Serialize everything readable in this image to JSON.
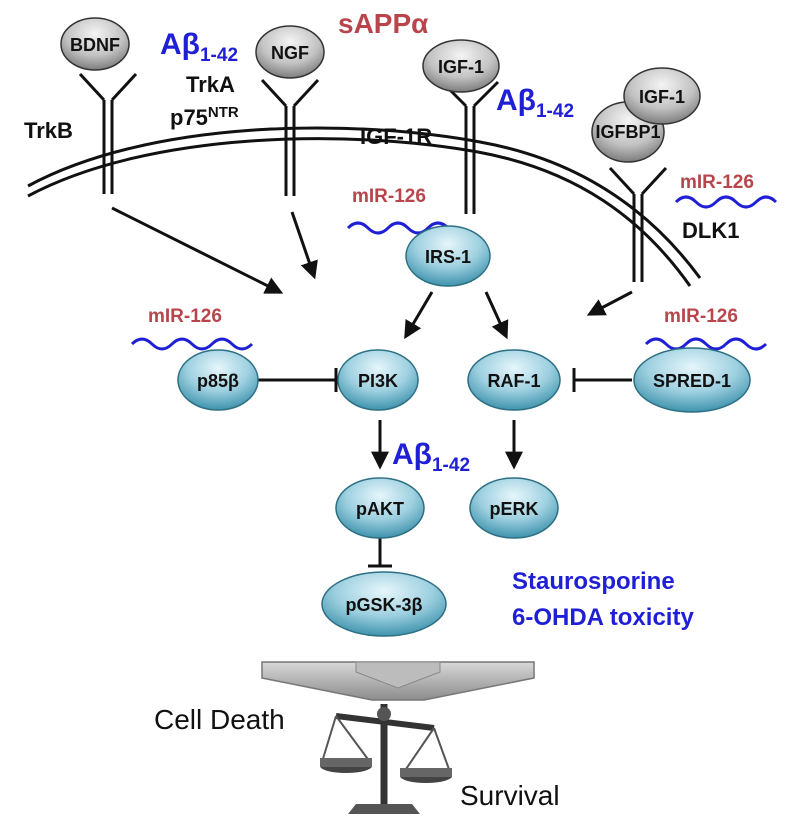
{
  "ligands": {
    "bdnf": "BDNF",
    "ngf": "NGF",
    "igf1_receptor_bound": "IGF-1",
    "igf1_complex": "IGF-1",
    "igfbp1": "IGFBP1"
  },
  "receptors": {
    "trkb": "TrkB",
    "trka": "TrkA",
    "p75": "p75",
    "p75_sup": "NTR",
    "igf1r": "IGF-1R",
    "dlk1": "DLK1"
  },
  "modulators": {
    "sappa": "sAPPα",
    "abeta": "Aβ",
    "abeta_sub": "1-42",
    "mir126": "mIR-126",
    "mir126_upper": "mIR-126"
  },
  "nodes": {
    "irs1": "IRS-1",
    "p85b": "p85β",
    "pi3k": "PI3K",
    "raf1": "RAF-1",
    "spred1": "SPRED-1",
    "pakt": "pAKT",
    "perk": "pERK",
    "pgsk3b": "pGSK-3β"
  },
  "toxicity": {
    "line1": "Staurosporine",
    "line2": "6-OHDA toxicity"
  },
  "outcome": {
    "death": "Cell Death",
    "survival": "Survival"
  },
  "colors": {
    "node_fill_top": "#dff2f8",
    "node_fill_bottom": "#3f93ad",
    "ligand_fill_top": "#f2f2f2",
    "ligand_fill_bottom": "#8a8a8a",
    "blue_text": "#1f1fd6",
    "red_text": "#b8454b",
    "mirna_wave": "#1f1fd6"
  }
}
